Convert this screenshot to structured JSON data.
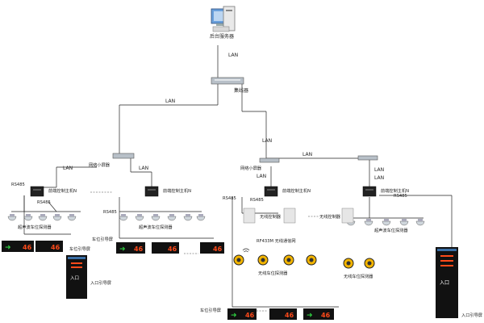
{
  "nodes": {
    "server": "后台服务器",
    "hub": "集线器",
    "switch_left": "网络小屏器",
    "switch_right": "网络小屏器",
    "ctrl_1": "前端控制主机N",
    "ctrl_2": "前端控制主机N",
    "ctrl_3": "前端控制主机N",
    "ctrl_4": "前端控制主机N",
    "wireless_ctrl_1": "无线控制器",
    "wireless_ctrl_2": "无线控制器",
    "ultra_det_1": "超声波车位探测器",
    "ultra_det_2": "超声波车位探测器",
    "ultra_det_3": "超声波车位探测器",
    "wireless_net": "RF433M 无线通信网",
    "wireless_det_1": "无线车位探测器",
    "wireless_det_2": "无线车位探测器",
    "guide_1": "车位引导屏",
    "guide_2": "车位引导屏",
    "guide_3": "车位引导屏",
    "entrance_1": "入口引导屏",
    "entrance_2": "入口引导屏"
  },
  "links": {
    "lan_1": "LAN",
    "lan_2": "LAN",
    "lan_3": "LAN",
    "lan_4": "LAN",
    "lan_5": "LAN",
    "lan_6": "LAN",
    "lan_7": "LAN",
    "lan_8": "LAN",
    "lan_9": "LAN",
    "rs485_1": "RS485",
    "rs485_2": "RS485",
    "rs485_3": "RS485",
    "rs485_4": "RS485",
    "rs485_5": "RS485",
    "rs485_6": "RS485"
  },
  "sign": {
    "number": "46"
  },
  "entrance_sign": {
    "label": "入口"
  },
  "colors": {
    "sign_bg": "#111111",
    "sign_digits": "#ff4a1a",
    "sign_arrow": "#2ecc40",
    "detector_yellow": "#f2b400"
  }
}
